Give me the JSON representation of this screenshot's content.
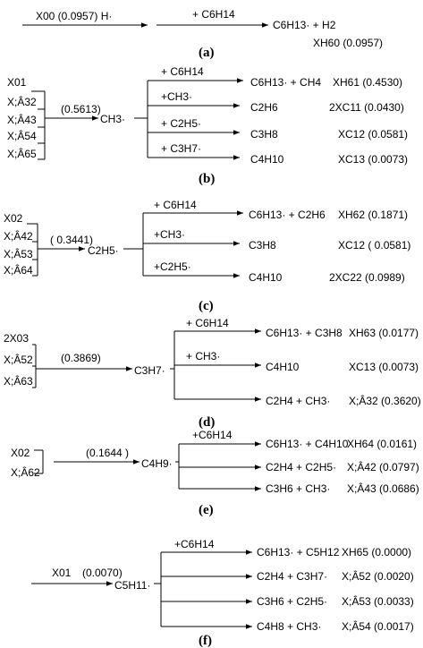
{
  "panels": [
    {
      "id": "a",
      "label": "(a)",
      "inputs": [],
      "radical_label": "X00 (0.0957) H·",
      "reactions": [
        {
          "reagent": "+ C6H14",
          "product": "C6H13· + H2",
          "param": "XH60 (0.0957)"
        }
      ]
    },
    {
      "id": "b",
      "label": "(b)",
      "inputs": [
        "X01",
        "X;Â32",
        "X;Â43",
        "X;Â54",
        "X;Â65"
      ],
      "value": "(0.5613)",
      "radical": "CH3·",
      "reactions": [
        {
          "reagent": "+ C6H14",
          "product": "C6H13· + CH4",
          "param": "XH61 (0.4530)"
        },
        {
          "reagent": "+CH3·",
          "product": "C2H6",
          "param": "2XC11 (0.0430)"
        },
        {
          "reagent": "+ C2H5·",
          "product": "C3H8",
          "param": "XC12 (0.0581)"
        },
        {
          "reagent": "+ C3H7·",
          "product": "C4H10",
          "param": "XC13 (0.0073)"
        }
      ]
    },
    {
      "id": "c",
      "label": "(c)",
      "inputs": [
        "X02",
        "X;Â42",
        "X;Â53",
        "X;Â64"
      ],
      "value": "( 0.3441)",
      "radical": "C2H5·",
      "reactions": [
        {
          "reagent": "+ C6H14",
          "product": "C6H13· + C2H6",
          "param": "XH62 (0.1871)"
        },
        {
          "reagent": "+CH3·",
          "product": "C3H8",
          "param": "XC12 ( 0.0581)"
        },
        {
          "reagent": "+C2H5·",
          "product": "C4H10",
          "param": "2XC22 (0.0989)"
        }
      ]
    },
    {
      "id": "d",
      "label": "(d)",
      "inputs": [
        "2X03",
        "X;Â52",
        "X;Â63"
      ],
      "value": "(0.3869)",
      "radical": "C3H7·",
      "reactions": [
        {
          "reagent": "+ C6H14",
          "product": "C6H13· + C3H8",
          "param": "XH63 (0.0177)"
        },
        {
          "reagent": "+ CH3·",
          "product": "C4H10",
          "param": "XC13 (0.0073)"
        },
        {
          "reagent": "",
          "product": "C2H4 + CH3·",
          "param": "X;Â32 (0.3620)"
        }
      ]
    },
    {
      "id": "e",
      "label": "(e)",
      "inputs": [
        "X02",
        "X;Â62"
      ],
      "value": "(0.1644 )",
      "radical": "C4H9·",
      "reactions": [
        {
          "reagent": "+C6H14",
          "product": "C6H13· + C4H10",
          "param": "XH64 (0.0161)"
        },
        {
          "reagent": "",
          "product": "C2H4 + C2H5·",
          "param": "X;Â42 (0.0797)"
        },
        {
          "reagent": "",
          "product": "C3H6 + CH3·",
          "param": "X;Â43 (0.0686)"
        }
      ]
    },
    {
      "id": "f",
      "label": "(f)",
      "inputs": [
        "X01"
      ],
      "value": "(0.0070)",
      "radical": "C5H11·",
      "reactions": [
        {
          "reagent": "+C6H14",
          "product": "C6H13· + C5H12",
          "param": "XH65 (0.0000)"
        },
        {
          "reagent": "",
          "product": "C2H4 + C3H7·",
          "param": "X;Â52 (0.0020)"
        },
        {
          "reagent": "",
          "product": "C3H6 + C2H5·",
          "param": "X;Â53 (0.0033)"
        },
        {
          "reagent": "",
          "product": "C4H8 + CH3·",
          "param": "X;Â54 (0.0017)"
        }
      ]
    }
  ]
}
